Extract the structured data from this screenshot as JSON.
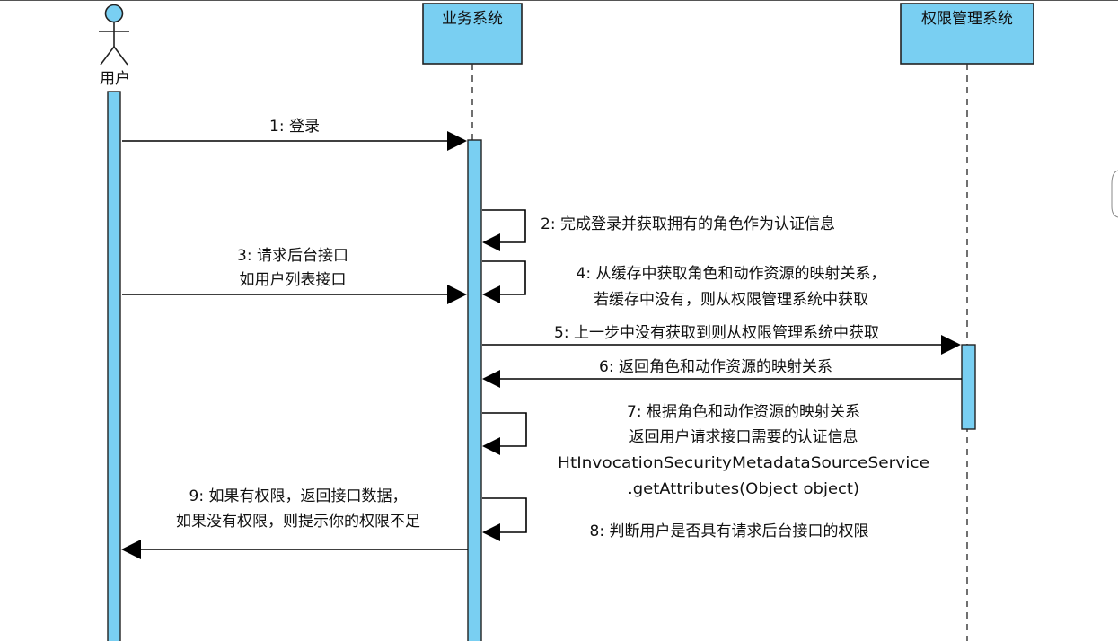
{
  "participants": {
    "user": "用户",
    "business": "业务系统",
    "auth": "权限管理系统"
  },
  "messages": {
    "m1": [
      "1: 登录"
    ],
    "m2": [
      "2: 完成登录并获取拥有的角色作为认证信息"
    ],
    "m3": [
      "3: 请求后台接口",
      "如用户列表接口"
    ],
    "m4": [
      "4: 从缓存中获取角色和动作资源的映射关系，",
      "若缓存中没有，则从权限管理系统中获取"
    ],
    "m5": [
      "5: 上一步中没有获取到则从权限管理系统中获取"
    ],
    "m6": [
      "6: 返回角色和动作资源的映射关系"
    ],
    "m7": [
      "7: 根据角色和动作资源的映射关系",
      "返回用户请求接口需要的认证信息",
      "HtInvocationSecurityMetadataSourceService",
      ".getAttributes(Object object)"
    ],
    "m8": [
      "8: 判断用户是否具有请求后台接口的权限"
    ],
    "m9": [
      "9: 如果有权限，返回接口数据，",
      "如果没有权限，则提示你的权限不足"
    ]
  },
  "colors": {
    "fill": "#79cff2",
    "stroke": "#222222",
    "arrow": "#000000"
  }
}
